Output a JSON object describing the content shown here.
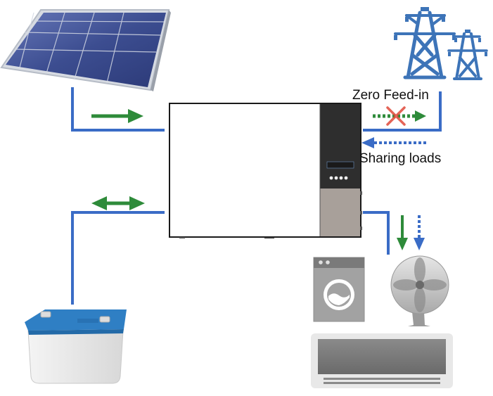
{
  "diagram": {
    "title": "",
    "labels": {
      "zero_feed_in": "Zero Feed-in",
      "sharing_loads": "Sharing loads"
    },
    "inverter_display_text": {
      "line1": "",
      "line2": ""
    },
    "nodes": [
      {
        "id": "solar-panel",
        "icon": "solar-panel-icon"
      },
      {
        "id": "power-grid",
        "icon": "transmission-tower-icon"
      },
      {
        "id": "hybrid-inverter",
        "icon": "inverter-icon"
      },
      {
        "id": "battery",
        "icon": "car-battery-icon"
      },
      {
        "id": "washing-machine",
        "icon": "washing-machine-icon"
      },
      {
        "id": "electric-fan",
        "icon": "fan-icon"
      },
      {
        "id": "air-conditioner",
        "icon": "air-conditioner-icon"
      }
    ],
    "flows": [
      {
        "from": "solar-panel",
        "to": "hybrid-inverter",
        "style": "solid",
        "color": "green",
        "direction": "one-way"
      },
      {
        "from": "hybrid-inverter",
        "to": "power-grid",
        "style": "dotted",
        "color": "green",
        "blocked": true
      },
      {
        "from": "power-grid",
        "to": "hybrid-inverter",
        "style": "dotted",
        "color": "blue"
      },
      {
        "from": "hybrid-inverter",
        "to": "battery",
        "style": "solid",
        "color": "green",
        "direction": "two-way"
      },
      {
        "from": "hybrid-inverter",
        "to": "loads",
        "style": "solid",
        "color": "green"
      },
      {
        "from": "power-grid",
        "to": "loads",
        "style": "dotted",
        "color": "blue"
      }
    ]
  },
  "colors": {
    "wire_blue": "#3a6cc6",
    "arrow_green": "#2e8b3a",
    "cross_red": "#e04a3a",
    "tower_blue": "#3d74b8",
    "battery_top": "#2f7fc4",
    "panel_cells": "#3a4d8f"
  }
}
